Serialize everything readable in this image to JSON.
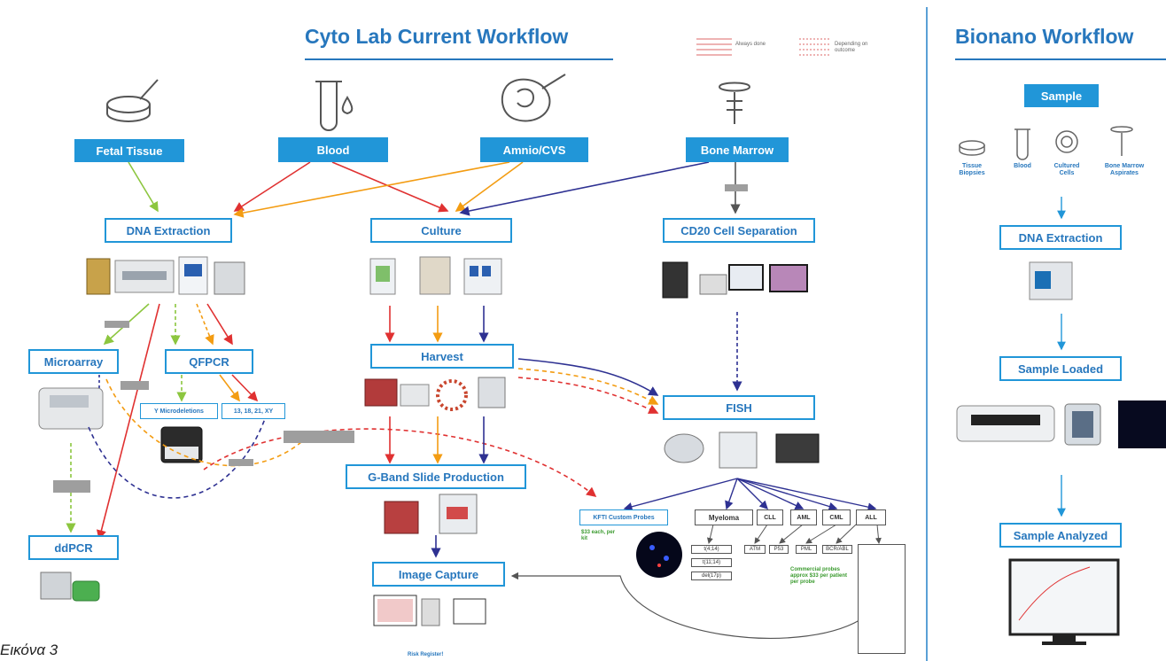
{
  "left_title": "Cyto Lab Current Workflow",
  "right_title": "Bionano Workflow",
  "legend": {
    "always": "Always done",
    "depending": "Depending on outcome"
  },
  "sources": [
    "Fetal Tissue",
    "Blood",
    "Amnio/CVS",
    "Bone Marrow"
  ],
  "steps": {
    "dna_extraction": "DNA Extraction",
    "culture": "Culture",
    "cd20": "CD20 Cell Separation",
    "microarray": "Microarray",
    "qfpcr": "QFPCR",
    "harvest": "Harvest",
    "fish": "FISH",
    "y_micro": "Y Microdeletions",
    "chrom": "13, 18, 21, XY",
    "gband": "G-Band Slide Production",
    "ddpcr": "ddPCR",
    "image_capture": "Image Capture",
    "custom_probes": "KFTI Custom Probes",
    "myeloma": "Myeloma",
    "cll": "CLL",
    "aml": "AML",
    "cml": "CML",
    "all": "ALL"
  },
  "probe_boxes": {
    "myeloma": [
      "t(4;14)",
      "t(11;14)",
      "del(17p)"
    ],
    "cll": "ATM",
    "aml": "P53",
    "cml": "PML",
    "all": "BCR/ABL"
  },
  "notes": {
    "custom": "$33 each, per kit",
    "commercial": "Commercial probes approx $33 per patient per probe"
  },
  "risk_register": "Risk Register!",
  "bionano": {
    "sample": "Sample",
    "sample_types": [
      "Tissue Biopsies",
      "Blood",
      "Cultured Cells",
      "Bone Marrow Aspirates"
    ],
    "dna_extraction": "DNA Extraction",
    "sample_loaded": "Sample Loaded",
    "sample_analyzed": "Sample Analyzed"
  },
  "caption": "Εικόνα 3",
  "colors": {
    "blue": "#2196d8",
    "red": "#e03131",
    "orange": "#f39c12",
    "navy": "#2e3192",
    "green": "#8cc63f",
    "gray": "#7f7f7f"
  }
}
